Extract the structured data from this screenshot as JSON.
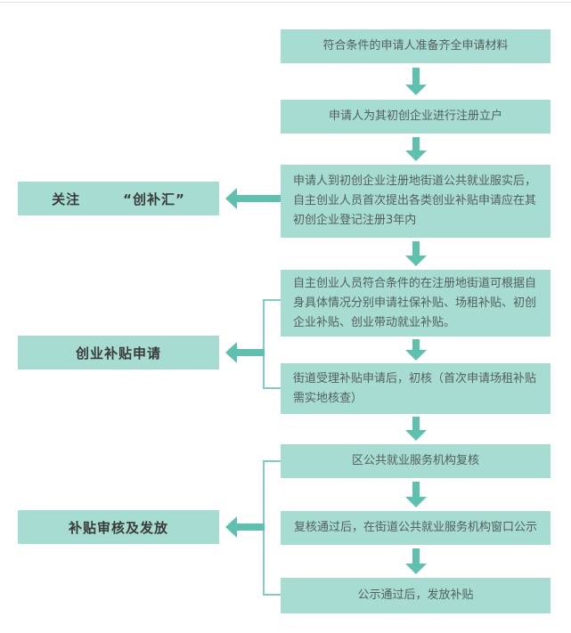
{
  "colors": {
    "box-fill": "#a7dcd2",
    "arrow": "#5fc0ae",
    "connector": "#7ecdc0",
    "text": "#54605d",
    "label-text": "#3a3a3a",
    "background": "#ffffff"
  },
  "flow": {
    "steps": [
      {
        "text": "符合条件的申请人准备齐全申请材料"
      },
      {
        "text": "申请人为其初创企业进行注册立户"
      },
      {
        "text": "申请人到初创企业注册地街道公共就业服实后，自主创业人员首次提出各类创业补贴申请应在其初创企业登记注册3年内"
      },
      {
        "text": "自主创业人员符合条件的在注册地街道可根据自身具体情况分别申请社保补贴、场租补贴、初创企业补贴、创业带动就业补贴。"
      },
      {
        "text": "街道受理补贴申请后，初核（首次申请场租补贴需实地核查）"
      },
      {
        "text": "区公共就业服务机构复核"
      },
      {
        "text": "复核通过后，在街道公共就业服务机构窗口公示"
      },
      {
        "text": "公示通过后，发放补贴"
      }
    ],
    "side_labels": [
      {
        "text": "关注　　　“创补汇”"
      },
      {
        "text": "创业补贴申请"
      },
      {
        "text": "补贴审核及发放"
      }
    ]
  }
}
